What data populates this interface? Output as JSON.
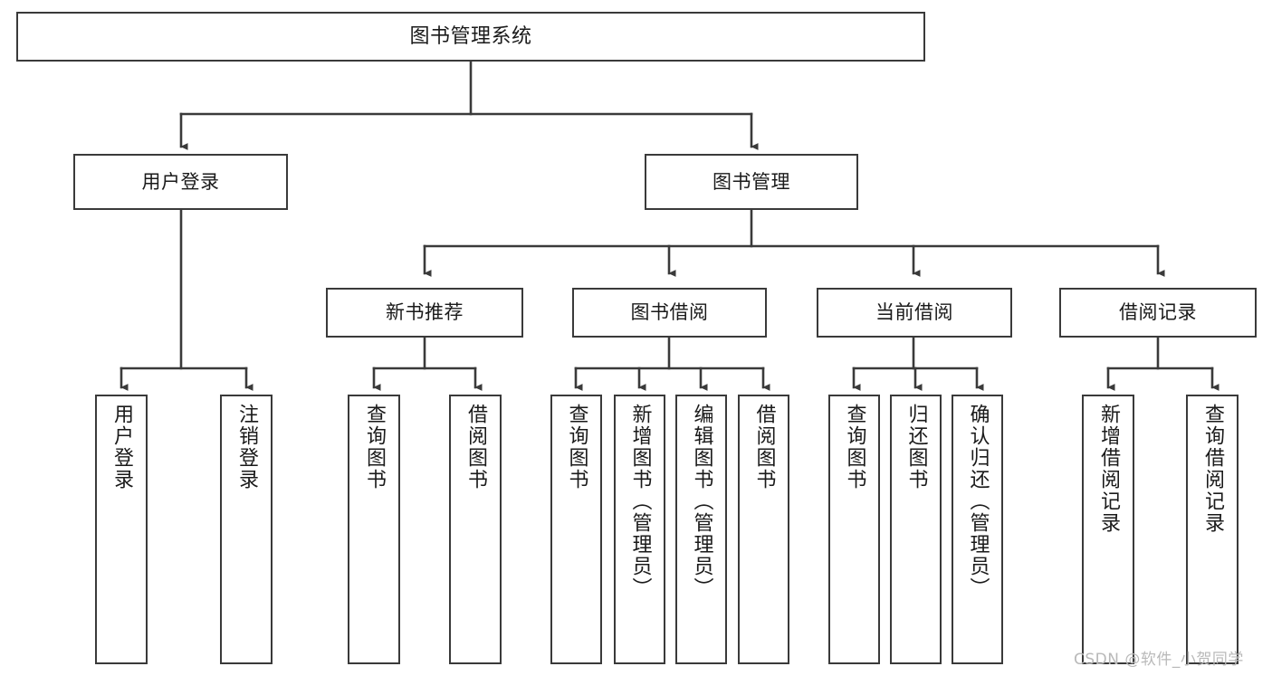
{
  "diagram": {
    "title": "图书管理系统",
    "type": "tree-hierarchy-diagram",
    "stroke_color": "#3a3a3a",
    "fill_color": "#ffffff",
    "nodes": {
      "root": {
        "label": "图书管理系统"
      },
      "level2": [
        {
          "label": "用户登录"
        },
        {
          "label": "图书管理"
        }
      ],
      "level3": [
        {
          "label": "新书推荐"
        },
        {
          "label": "图书借阅"
        },
        {
          "label": "当前借阅"
        },
        {
          "label": "借阅记录"
        }
      ],
      "leaves": {
        "user_login": [
          {
            "label": "用户登录"
          },
          {
            "label": "注销登录"
          }
        ],
        "new_book_recommend": [
          {
            "label": "查询图书"
          },
          {
            "label": "借阅图书"
          }
        ],
        "book_borrow": [
          {
            "label": "查询图书"
          },
          {
            "label": "新增图书（管理员）"
          },
          {
            "label": "编辑图书（管理员）"
          },
          {
            "label": "借阅图书"
          }
        ],
        "current_borrow": [
          {
            "label": "查询图书"
          },
          {
            "label": "归还图书"
          },
          {
            "label": "确认归还（管理员）"
          }
        ],
        "borrow_record": [
          {
            "label": "新增借阅记录"
          },
          {
            "label": "查询借阅记录"
          }
        ]
      }
    }
  },
  "watermark": {
    "text": "CSDN @软件_小贺同学"
  }
}
